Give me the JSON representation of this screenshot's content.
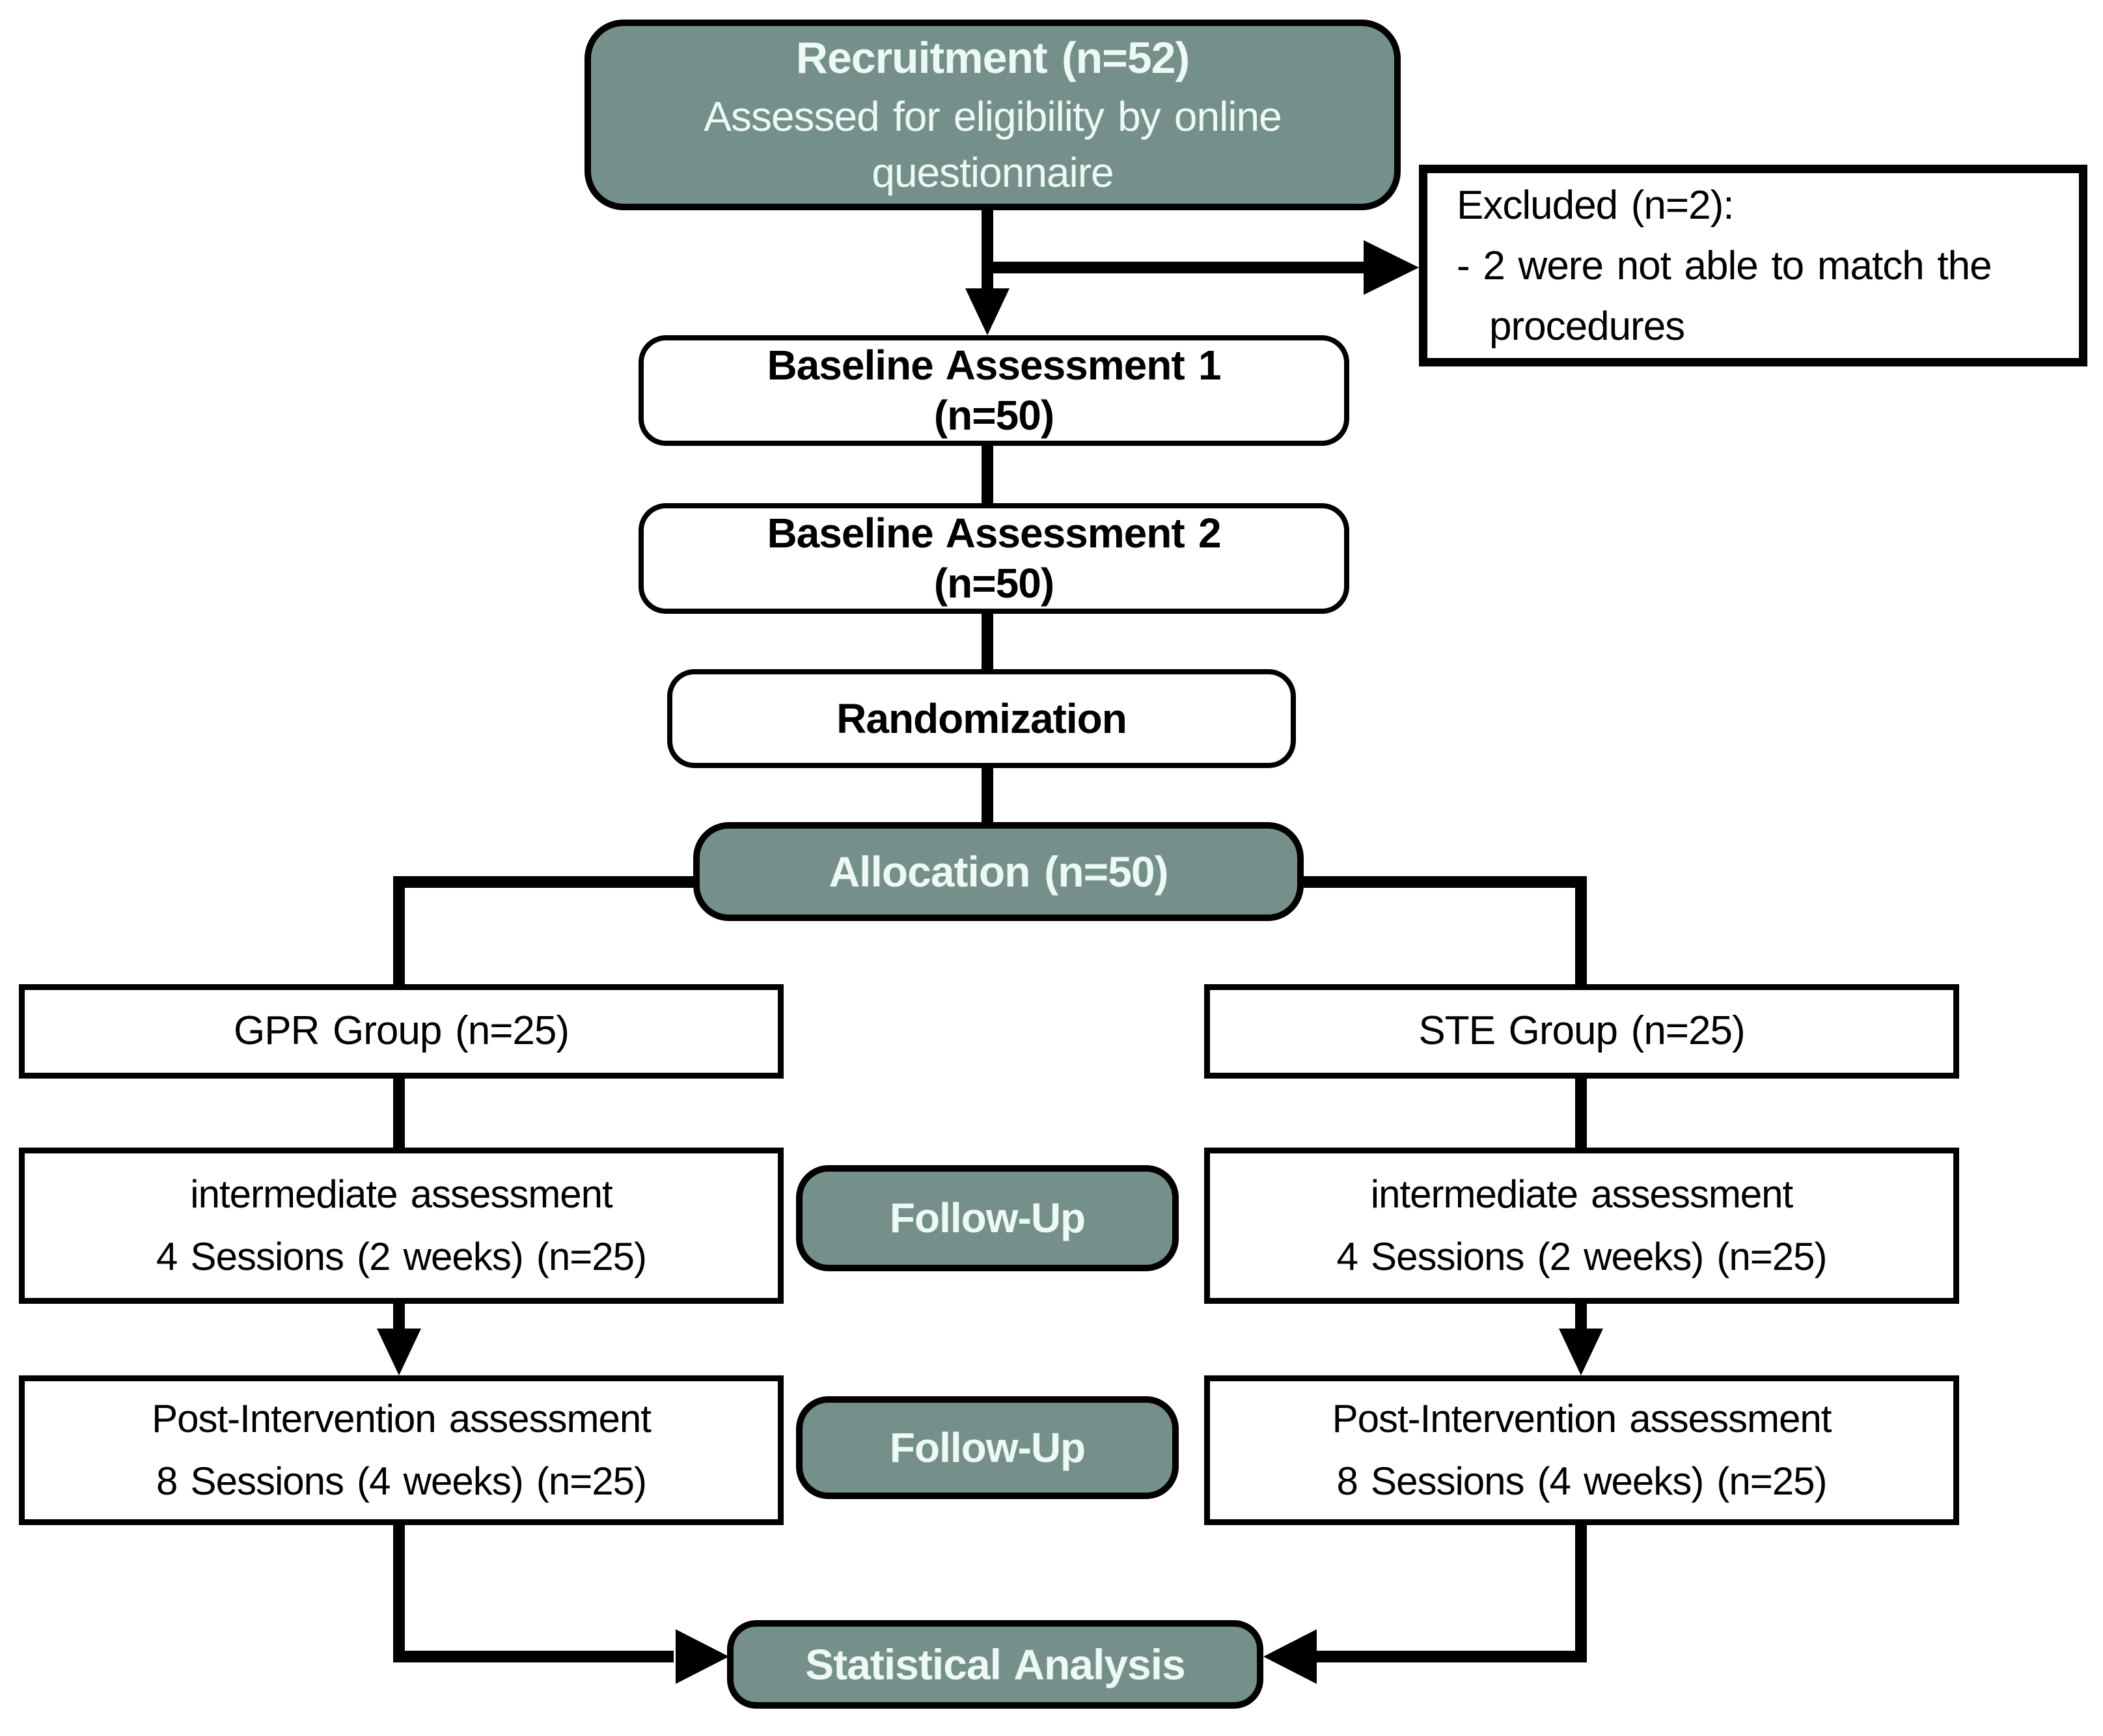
{
  "figure_type": "consort-style randomized trial flowchart",
  "colors": {
    "accent": "#75908A",
    "accent-text": "#ECF9F4",
    "line": "#000000",
    "box-border": "#000000",
    "text": "#000000",
    "background": "#FFFFFF"
  },
  "nodes": {
    "recruitment": {
      "title": "Recruitment (n=52)",
      "subtitle": "Assessed for eligibility by online questionnaire"
    },
    "excluded": {
      "title": "Excluded (n=2):",
      "reason": "- 2 were not able to match the procedures"
    },
    "baseline1": {
      "title": "Baseline Assessment 1",
      "count": "(n=50)"
    },
    "baseline2": {
      "title": "Baseline Assessment 2",
      "count": "(n=50)"
    },
    "randomization": {
      "title": "Randomization"
    },
    "allocation": {
      "title": "Allocation (n=50)"
    },
    "gpr_group": {
      "title": "GPR Group (n=25)"
    },
    "ste_group": {
      "title": "STE Group (n=25)"
    },
    "intermediate_gpr": {
      "title": "intermediate assessment",
      "detail": "4 Sessions (2 weeks) (n=25)"
    },
    "intermediate_ste": {
      "title": "intermediate assessment",
      "detail": "4 Sessions (2 weeks) (n=25)"
    },
    "followup_1": {
      "title": "Follow-Up"
    },
    "followup_2": {
      "title": "Follow-Up"
    },
    "post_gpr": {
      "title": "Post-Intervention assessment",
      "detail": "8 Sessions (4 weeks) (n=25)"
    },
    "post_ste": {
      "title": "Post-Intervention assessment",
      "detail": "8 Sessions (4 weeks) (n=25)"
    },
    "statistical_analysis": {
      "title": "Statistical Analysis"
    }
  }
}
